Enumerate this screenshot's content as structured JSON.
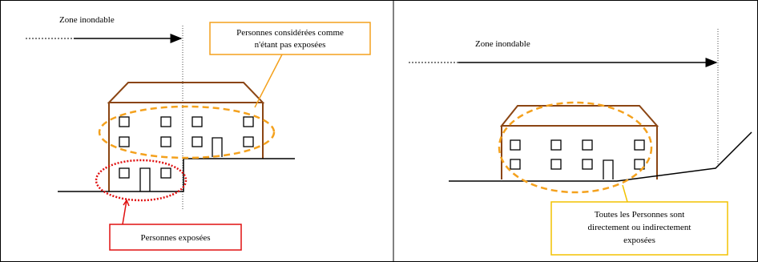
{
  "colors": {
    "building": "#8B4513",
    "orange_callout": "#F4A11D",
    "red_callout": "#E01010",
    "yellow_callout": "#F2C200",
    "line": "#000000"
  },
  "left_panel": {
    "zone_label": "Zone inondable",
    "callout_not_exposed": [
      "Personnes considérées comme",
      "n'étant pas exposées"
    ],
    "callout_exposed": "Personnes exposées"
  },
  "right_panel": {
    "zone_label": "Zone inondable",
    "callout_all": [
      "Toutes les Personnes sont",
      "directement ou indirectement",
      "exposées"
    ]
  }
}
